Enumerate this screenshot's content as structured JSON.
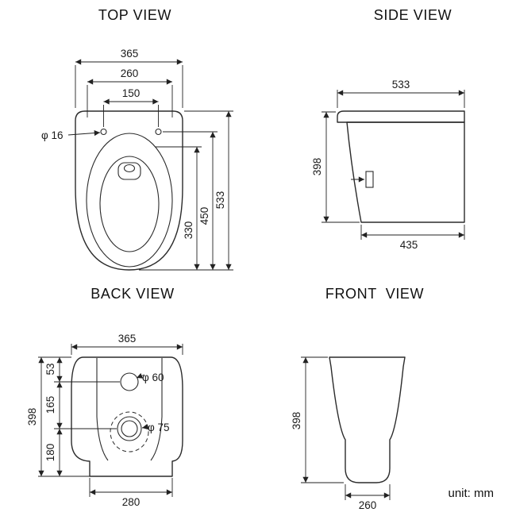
{
  "unit_label": "unit: mm",
  "top_view": {
    "title": "TOP VIEW",
    "width": "365",
    "seat_width": "260",
    "hinge_span": "150",
    "hinge_hole": "φ 16",
    "bowl_length": "330",
    "seat_length": "450",
    "total_length": "533"
  },
  "side_view": {
    "title": "SIDE VIEW",
    "top_depth": "533",
    "height": "398",
    "base_depth": "435"
  },
  "back_view": {
    "title": "BACK VIEW",
    "width": "365",
    "seg_top": "53",
    "seg_mid": "165",
    "seg_bottom": "180",
    "height": "398",
    "inlet": "φ 60",
    "outlet": "φ 75",
    "base_width": "280"
  },
  "front_view": {
    "title": "FRONT  VIEW",
    "height": "398",
    "base_width": "260"
  }
}
